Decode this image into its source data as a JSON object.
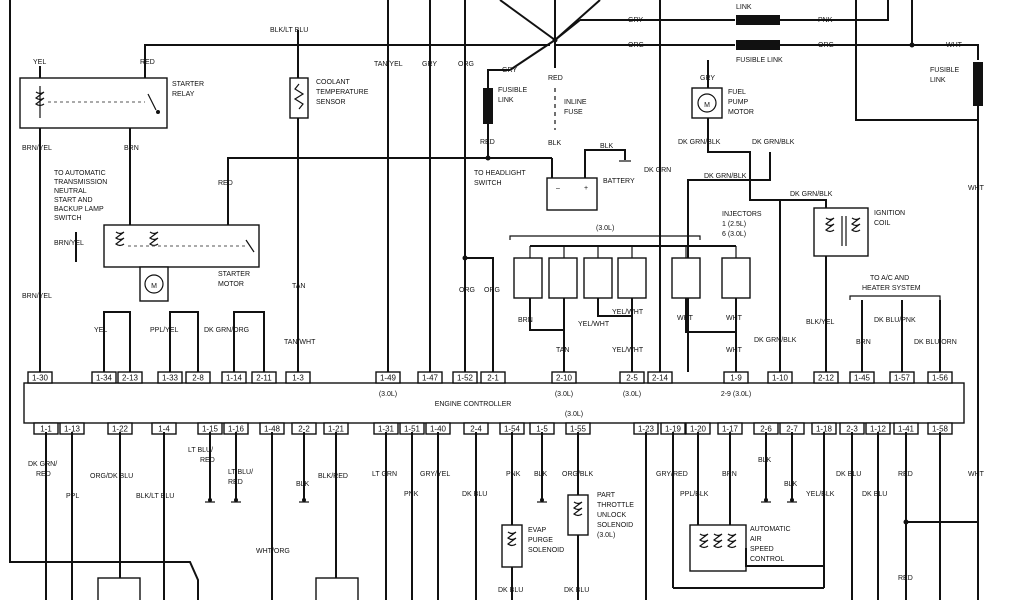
{
  "controller": {
    "title": "ENGINE CONTROLLER",
    "variant": "(3.0L)"
  },
  "top_pins": [
    {
      "id": "1-30",
      "wire": "BRN/YEL"
    },
    {
      "id": "1-34",
      "wire": "YEL"
    },
    {
      "id": "2-13",
      "wire": ""
    },
    {
      "id": "1-33",
      "wire": "PPL/YEL"
    },
    {
      "id": "2-8",
      "wire": ""
    },
    {
      "id": "1-14",
      "wire": "DK GRN/ORG"
    },
    {
      "id": "2-11",
      "wire": ""
    },
    {
      "id": "1-3",
      "wire": "TAN/WHT"
    },
    {
      "id": "1-49",
      "wire": "TAN/YEL",
      "note": "(3.0L)"
    },
    {
      "id": "1-47",
      "wire": "GRY"
    },
    {
      "id": "1-52",
      "wire": "ORG"
    },
    {
      "id": "2-1",
      "wire": "ORG"
    },
    {
      "id": "2-10",
      "wire": "TAN",
      "note": "(3.0L)"
    },
    {
      "id": "2-5",
      "wire": "YEL/WHT",
      "note": "(3.0L)"
    },
    {
      "id": "2-14",
      "wire": "DK GRN"
    },
    {
      "id": "1-9",
      "wire": "WHT",
      "note": "2-9 (3.0L)"
    },
    {
      "id": "1-10",
      "wire": "DK GRN/BLK"
    },
    {
      "id": "2-12",
      "wire": "BLK/YEL"
    },
    {
      "id": "1-45",
      "wire": "BRN"
    },
    {
      "id": "1-57",
      "wire": "DK BLU/PNK"
    },
    {
      "id": "1-56",
      "wire": "DK BLU/ORN"
    }
  ],
  "bottom_pins": [
    {
      "id": "1-1",
      "wire": "DK GRN/ RED"
    },
    {
      "id": "1-13",
      "wire": "PPL"
    },
    {
      "id": "1-22",
      "wire": "ORG/DK BLU"
    },
    {
      "id": "1-4",
      "wire": "BLK/LT BLU"
    },
    {
      "id": "1-15",
      "wire": "LT BLU/ RED"
    },
    {
      "id": "1-16",
      "wire": "LT BLU/ RED"
    },
    {
      "id": "1-48",
      "wire": "WHT/ORG"
    },
    {
      "id": "2-2",
      "wire": "BLK"
    },
    {
      "id": "1-21",
      "wire": "BLK/RED"
    },
    {
      "id": "1-31",
      "wire": "LT GRN"
    },
    {
      "id": "1-51",
      "wire": "PNK"
    },
    {
      "id": "1-40",
      "wire": "GRY/YEL"
    },
    {
      "id": "2-4",
      "wire": "DK BLU"
    },
    {
      "id": "1-54",
      "wire": "PNK"
    },
    {
      "id": "1-5",
      "wire": "BLK"
    },
    {
      "id": "1-55",
      "wire": "ORG/BLK"
    },
    {
      "id": "1-23",
      "wire": "GRY/RED"
    },
    {
      "id": "1-19",
      "wire": "PPL/BLK"
    },
    {
      "id": "1-20",
      "wire": "PPL/BLK"
    },
    {
      "id": "1-17",
      "wire": "BRN"
    },
    {
      "id": "2-6",
      "wire": "BLK"
    },
    {
      "id": "2-7",
      "wire": "BLK"
    },
    {
      "id": "1-18",
      "wire": "YEL/BLK"
    },
    {
      "id": "2-3",
      "wire": "DK BLU"
    },
    {
      "id": "1-12",
      "wire": "DK BLU"
    },
    {
      "id": "1-41",
      "wire": "RED"
    },
    {
      "id": "1-58",
      "wire": "WHT"
    }
  ],
  "components": {
    "starter_relay": "STARTER RELAY",
    "coolant_sensor": "COOLANT TEMPERATURE SENSOR",
    "neutral_switch": "TO AUTOMATIC TRANSMISSION NEUTRAL START AND BACKUP LAMP SWITCH",
    "starter_motor": "STARTER MOTOR",
    "fusible_link": "FUSIBLE LINK",
    "inline_fuse": "INLINE FUSE",
    "battery": "BATTERY",
    "headlight_switch": "TO HEADLIGHT SWITCH",
    "fuel_pump": "FUEL PUMP MOTOR",
    "injectors": "INJECTORS 1 (2.5L) 6 (3.0L)",
    "injector_variant": "(3.0L)",
    "ignition_coil": "IGNITION COIL",
    "ac_heater": "TO A/C AND HEATER SYSTEM",
    "evap": "EVAP PURGE SOLENOID",
    "ptu": "PART THROTTLE UNLOCK SOLENOID (3.0L)",
    "asd": "AUTOMATIC AIR SPEED CONTROL"
  },
  "wire_labels": {
    "yel": "YEL",
    "red": "RED",
    "blk_lt_blu": "BLK/LT BLU",
    "brn_yel": "BRN/YEL",
    "brn": "BRN",
    "tan_yel": "TAN/YEL",
    "gry": "GRY",
    "org": "ORG",
    "blk": "BLK",
    "pnk": "PNK",
    "wht": "WHT",
    "dk_grn": "DK GRN",
    "dk_grn_blk": "DK GRN/BLK",
    "tan": "TAN",
    "yel_wht": "YEL/WHT",
    "blk_yel": "BLK/YEL",
    "dk_blu": "DK BLU",
    "tan_wht": "TAN/WHT"
  }
}
